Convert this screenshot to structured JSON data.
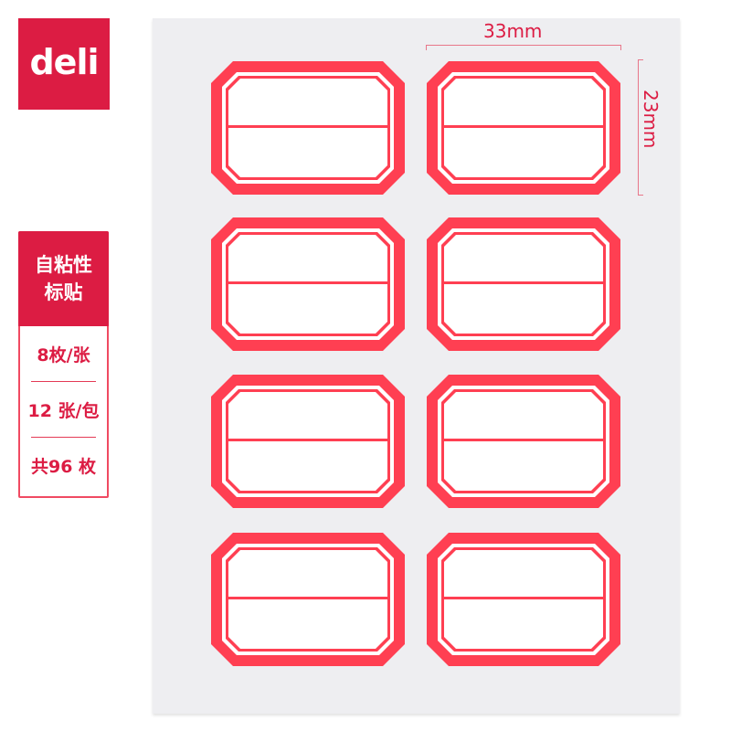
{
  "brand": {
    "logo_text": "deli",
    "color": "#dc1c43"
  },
  "spec_panel": {
    "title_line1": "自粘性",
    "title_line2": "标贴",
    "rows": [
      {
        "text": "8枚/张"
      },
      {
        "text": "12 张/包"
      },
      {
        "text": "共96 枚"
      }
    ]
  },
  "dimensions": {
    "width_label": "33mm",
    "height_label": "23mm"
  },
  "sheet": {
    "label_color": "#ff3f52",
    "label_count": 8,
    "labels": [
      {
        "row": 1,
        "col": 1
      },
      {
        "row": 1,
        "col": 2
      },
      {
        "row": 2,
        "col": 1
      },
      {
        "row": 2,
        "col": 2
      },
      {
        "row": 3,
        "col": 1
      },
      {
        "row": 3,
        "col": 2
      },
      {
        "row": 4,
        "col": 1
      },
      {
        "row": 4,
        "col": 2
      }
    ]
  }
}
